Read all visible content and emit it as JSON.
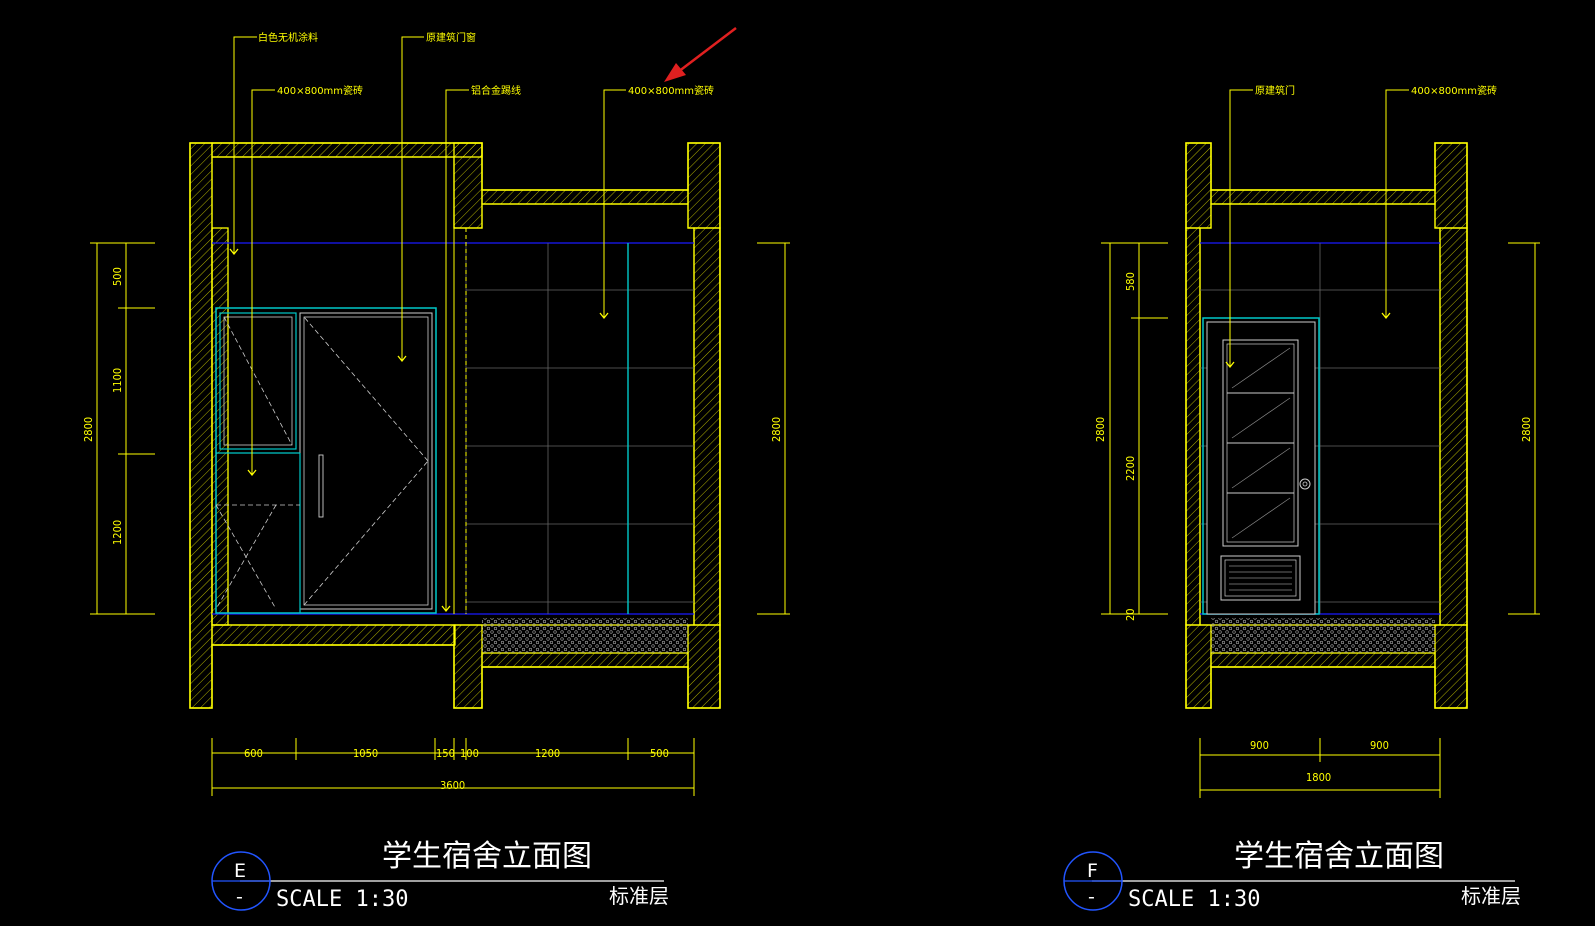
{
  "drawings": [
    {
      "id": "E",
      "title": "学生宿舍立面图",
      "section_mark": "E",
      "section_sub": "-",
      "scale": "SCALE 1:30",
      "level": "标准层",
      "callouts": [
        "白色无机涂料",
        "原建筑门窗",
        "400×800mm瓷砖",
        "铝合金踢线",
        "400×800mm瓷砖"
      ],
      "bottom_dims": [
        "600",
        "1050",
        "150",
        "100",
        "1200",
        "500"
      ],
      "bottom_total": "3600",
      "left_dims": [
        "500",
        "1100",
        "1200"
      ],
      "left_total": "2800",
      "right_total": "2800"
    },
    {
      "id": "F",
      "title": "学生宿舍立面图",
      "section_mark": "F",
      "section_sub": "-",
      "scale": "SCALE 1:30",
      "level": "标准层",
      "callouts": [
        "原建筑门",
        "400×800mm瓷砖"
      ],
      "bottom_dims": [
        "900",
        "900"
      ],
      "bottom_total": "1800",
      "left_dims": [
        "580",
        "2200",
        "20"
      ],
      "left_total": "2800",
      "right_total": "2800"
    }
  ],
  "colors": {
    "background": "#000000",
    "wall": "#ffff00",
    "window": "#00c8c8",
    "ceiling_line": "#1a1aff",
    "text": "#ffffff",
    "arrow": "#e02020"
  }
}
